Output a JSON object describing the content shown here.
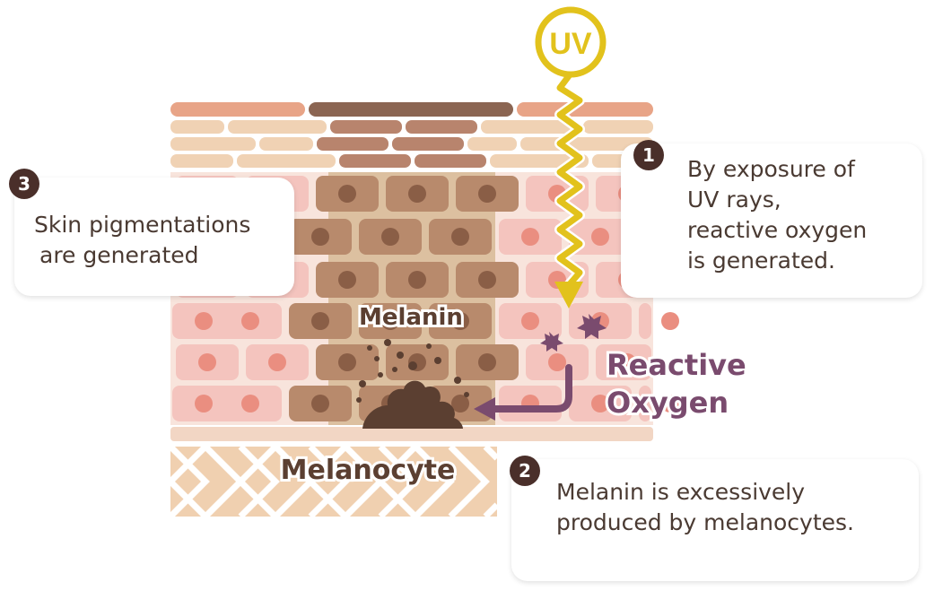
{
  "uv_label": "UV",
  "labels": {
    "melanin": "Melanin",
    "melanocyte": "Melanocyte",
    "reactive_oxygen": [
      "Reactive",
      "Oxygen"
    ]
  },
  "steps": [
    {
      "number": "1",
      "lines": [
        "By exposure of",
        "UV rays,",
        "reactive oxygen",
        "is generated."
      ]
    },
    {
      "number": "2",
      "lines": [
        "Melanin is excessively",
        "produced by melanocytes."
      ]
    },
    {
      "number": "3",
      "lines": [
        "Skin pigmentations",
        "are generated"
      ]
    }
  ],
  "colors": {
    "uv_yellow": "#e2c21c",
    "reactive_purple": "#7a4b6e",
    "melanin_brown": "#5b3f31",
    "badge_dark": "#4a2f2a",
    "skin_pink": "#f4c4be",
    "nucleus": "#ea8e80"
  }
}
